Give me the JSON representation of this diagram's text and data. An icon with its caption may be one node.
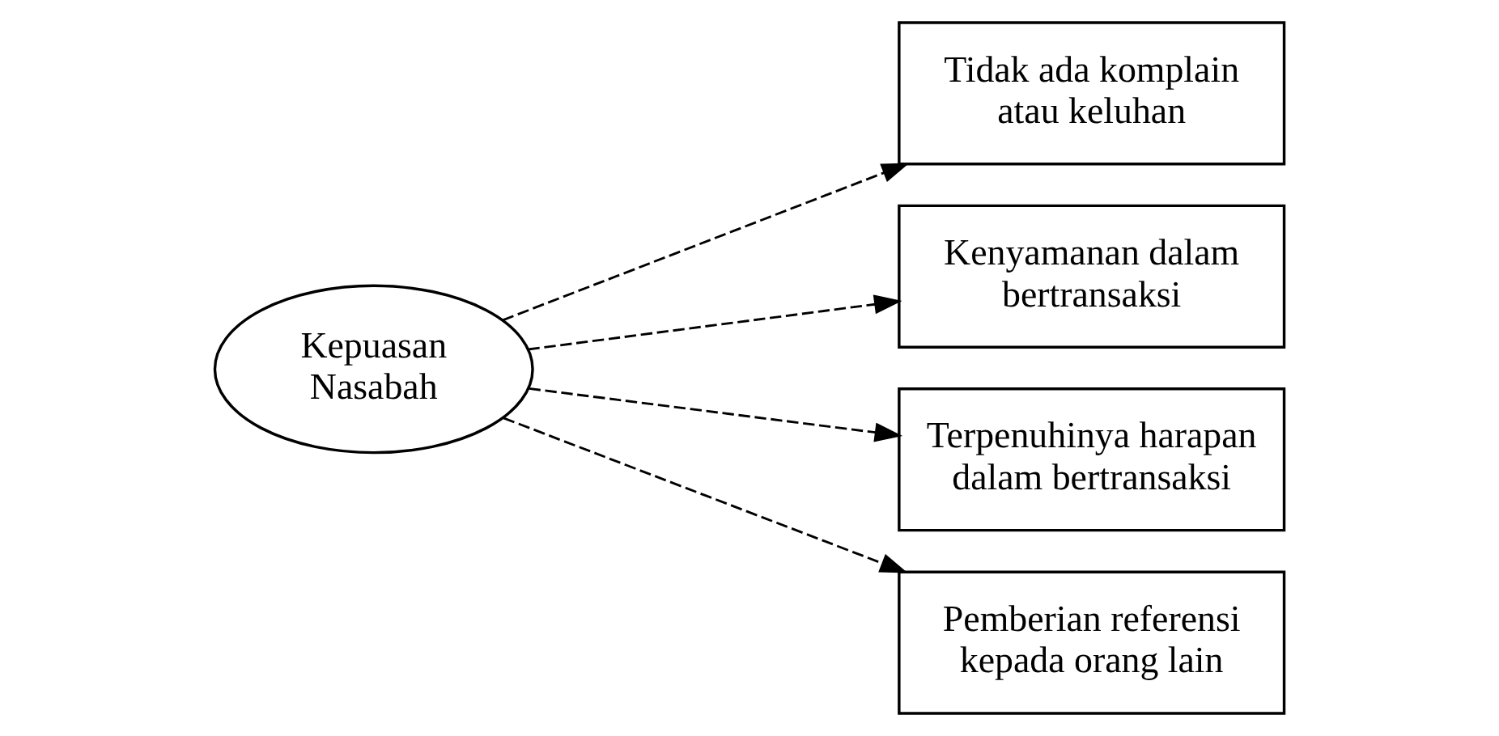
{
  "diagram": {
    "nodes": [
      {
        "text": [
          "Kepuasan Nasabah"
        ]
      },
      {
        "text": [
          "Tidak ada komplain atau keluhan"
        ]
      },
      {
        "text": [
          "Kenyamanan dalam bertransaksi"
        ]
      },
      {
        "text": [
          "Terpenuhinya harapan dalam bertransaksi"
        ]
      },
      {
        "text": [
          "Pemberian referensi kepada orang lain"
        ]
      }
    ],
    "edges": [
      {
        "from": 0,
        "to": 1,
        "arrow": "to",
        "style": "dashed"
      },
      {
        "from": 0,
        "to": 2,
        "arrow": "to",
        "style": "dashed"
      },
      {
        "from": 0,
        "to": 3,
        "arrow": "to",
        "style": "dashed"
      },
      {
        "from": 0,
        "to": 4,
        "arrow": "to",
        "style": "dashed"
      }
    ]
  }
}
